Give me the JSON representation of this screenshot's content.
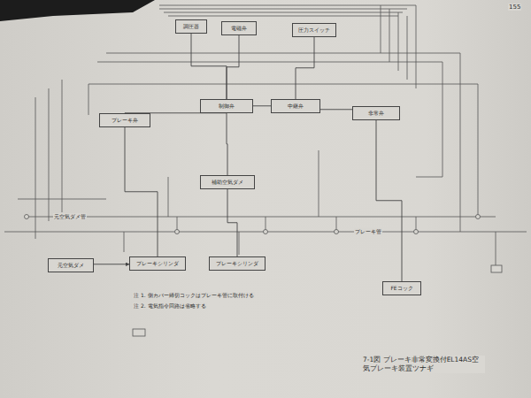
{
  "diagram": {
    "caption": "7-1図 ブレーキ非常変換付EL14AS空気ブレーキ装置ツナギ",
    "nodes": [
      {
        "text": [
          "調圧器"
        ]
      },
      {
        "text": [
          "電磁弁"
        ]
      },
      {
        "text": [
          "圧力スイッチ"
        ]
      },
      {
        "text": [
          "ブレーキ弁"
        ]
      },
      {
        "text": [
          "制御弁"
        ]
      },
      {
        "text": [
          "中継弁"
        ]
      },
      {
        "text": [
          "非常弁"
        ]
      },
      {
        "text": [
          "補助空気ダメ"
        ]
      },
      {
        "text": [
          "ブレーキシリンダ"
        ]
      },
      {
        "text": [
          "ブレーキシリンダ"
        ]
      },
      {
        "text": [
          "元空気ダメ"
        ]
      },
      {
        "text": [
          "FEコック"
        ]
      }
    ],
    "edges": [
      {
        "from": 0,
        "to": 4,
        "arrow": "none"
      },
      {
        "from": 1,
        "to": 4,
        "arrow": "none"
      },
      {
        "from": 2,
        "to": 5,
        "arrow": "none"
      },
      {
        "from": 3,
        "to": 4,
        "arrow": "none"
      },
      {
        "from": 4,
        "to": 5,
        "arrow": "none"
      },
      {
        "from": 5,
        "to": 6,
        "arrow": "none"
      },
      {
        "from": 4,
        "to": 7,
        "arrow": "none"
      },
      {
        "from": 7,
        "to": 9,
        "arrow": "none"
      },
      {
        "from": 3,
        "to": 8,
        "arrow": "none"
      },
      {
        "from": 10,
        "to": 8,
        "arrow": "to"
      },
      {
        "from": 6,
        "to": 11,
        "arrow": "none"
      }
    ],
    "labels": [
      "155",
      "ブレーキ管",
      "元空気ダメ管",
      "注 1. 側カバー締切コックはブレーキ管に取付ける",
      "注 2. 電気指令回路は省略する"
    ]
  }
}
